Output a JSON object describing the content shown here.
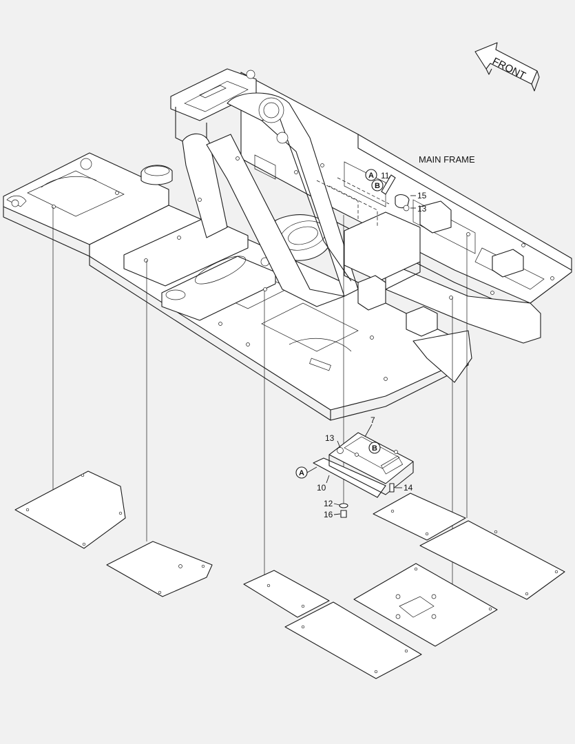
{
  "diagram": {
    "direction_label": "FRONT",
    "frame_label": "MAIN FRAME",
    "part_numbers": {
      "p7": "7",
      "p10": "10",
      "p11": "11",
      "p12": "12",
      "p13_upper": "13",
      "p13_lower": "13",
      "p14": "14",
      "p15": "15",
      "p16": "16"
    },
    "reference_markers": {
      "a_upper": "A",
      "b_upper": "B",
      "a_lower": "A",
      "b_lower": "B"
    },
    "icons": {
      "front_arrow": "front-arrow-icon",
      "bolt": "bolt-icon",
      "washer": "washer-icon"
    },
    "colors": {
      "background": "#f1f1f1",
      "line": "#1a1a1a"
    }
  }
}
